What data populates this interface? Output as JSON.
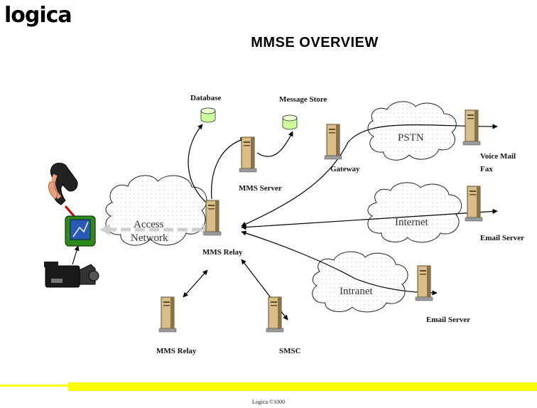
{
  "logo": {
    "text": "logica"
  },
  "title": "MMSE OVERVIEW",
  "nodes": {
    "database": "Database",
    "message_store": "Message Store",
    "mms_server": "MMS Server",
    "gateway": "Gateway",
    "voice_mail": "Voice Mail",
    "fax": "Fax",
    "email_server_1": "Email Server",
    "email_server_2": "Email Server",
    "mms_relay_main": "MMS Relay",
    "mms_relay_2": "MMS Relay",
    "smsc": "SMSC"
  },
  "clouds": {
    "access": "Access",
    "network": "Network",
    "pstn": "PSTN",
    "internet": "Internet",
    "intranet": "Intranet"
  },
  "footer": "Logica ©1000",
  "colors": {
    "band": "#ffff00",
    "server_fill": "#d7be8a",
    "server_dark": "#8c7143",
    "db_fill": "#ccff99",
    "pda_frame": "#2f8a1e",
    "pda_screen": "#2a5ab8"
  }
}
